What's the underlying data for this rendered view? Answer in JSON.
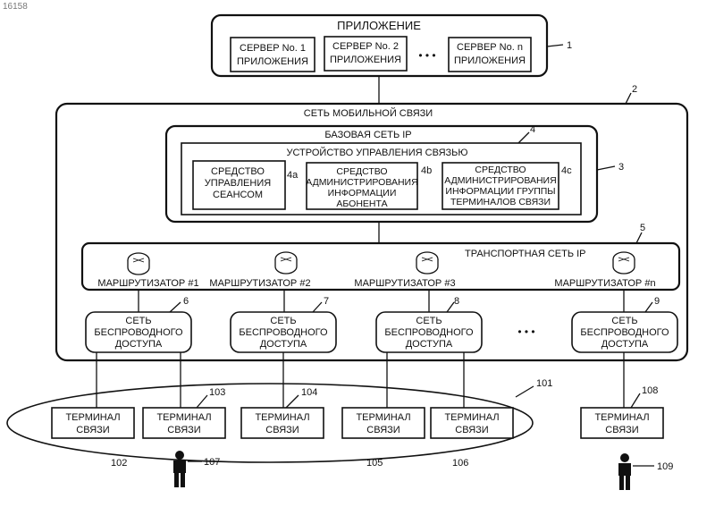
{
  "page_id": "16158",
  "application": {
    "title": "ПРИЛОЖЕНИЕ",
    "ref": "1",
    "servers": [
      {
        "line1": "СЕРВЕР No. 1",
        "line2": "ПРИЛОЖЕНИЯ"
      },
      {
        "line1": "СЕРВЕР No. 2",
        "line2": "ПРИЛОЖЕНИЯ"
      },
      {
        "line1": "СЕРВЕР No. n",
        "line2": "ПРИЛОЖЕНИЯ"
      }
    ],
    "ellipsis": "• • •"
  },
  "mobile_network": {
    "title": "СЕТЬ МОБИЛЬНОЙ СВЯЗИ",
    "ref": "2"
  },
  "ip_core": {
    "title": "БАЗОВАЯ СЕТЬ IP",
    "ref": "3"
  },
  "comm_control": {
    "title": "УСТРОЙСТВО УПРАВЛЕНИЯ СВЯЗЬЮ",
    "ref": "4",
    "modules": [
      {
        "lines": [
          "СРЕДСТВО",
          "УПРАВЛЕНИЯ",
          "СЕАНСОМ"
        ],
        "ref": "4a"
      },
      {
        "lines": [
          "СРЕДСТВО",
          "АДМИНИСТРИРОВАНИЯ",
          "ИНФОРМАЦИИ",
          "АБОНЕНТА"
        ],
        "ref": "4b"
      },
      {
        "lines": [
          "СРЕДСТВО",
          "АДМИНИСТРИРОВАНИЯ",
          "ИНФОРМАЦИИ ГРУППЫ",
          "ТЕРМИНАЛОВ СВЯЗИ"
        ],
        "ref": "4c"
      }
    ]
  },
  "transport": {
    "title": "ТРАНСПОРТНАЯ СЕТЬ IP",
    "ref": "5",
    "routers": [
      "МАРШРУТИЗАТОР  #1",
      "МАРШРУТИЗАТОР #2",
      "МАРШРУТИЗАТОР #3",
      "МАРШРУТИЗАТОР #n"
    ]
  },
  "wireless": {
    "label_lines": [
      "СЕТЬ",
      "БЕСПРОВОДНОГО",
      "ДОСТУПА"
    ],
    "refs": [
      "6",
      "7",
      "8",
      "9"
    ],
    "ellipsis": "• • •"
  },
  "terminals": {
    "label_lines": [
      "ТЕРМИНАЛ",
      "СВЯЗИ"
    ],
    "refs": [
      "102",
      "103",
      "104",
      "105",
      "106",
      "108"
    ]
  },
  "group_ref": "101",
  "users": [
    "107",
    "109"
  ]
}
